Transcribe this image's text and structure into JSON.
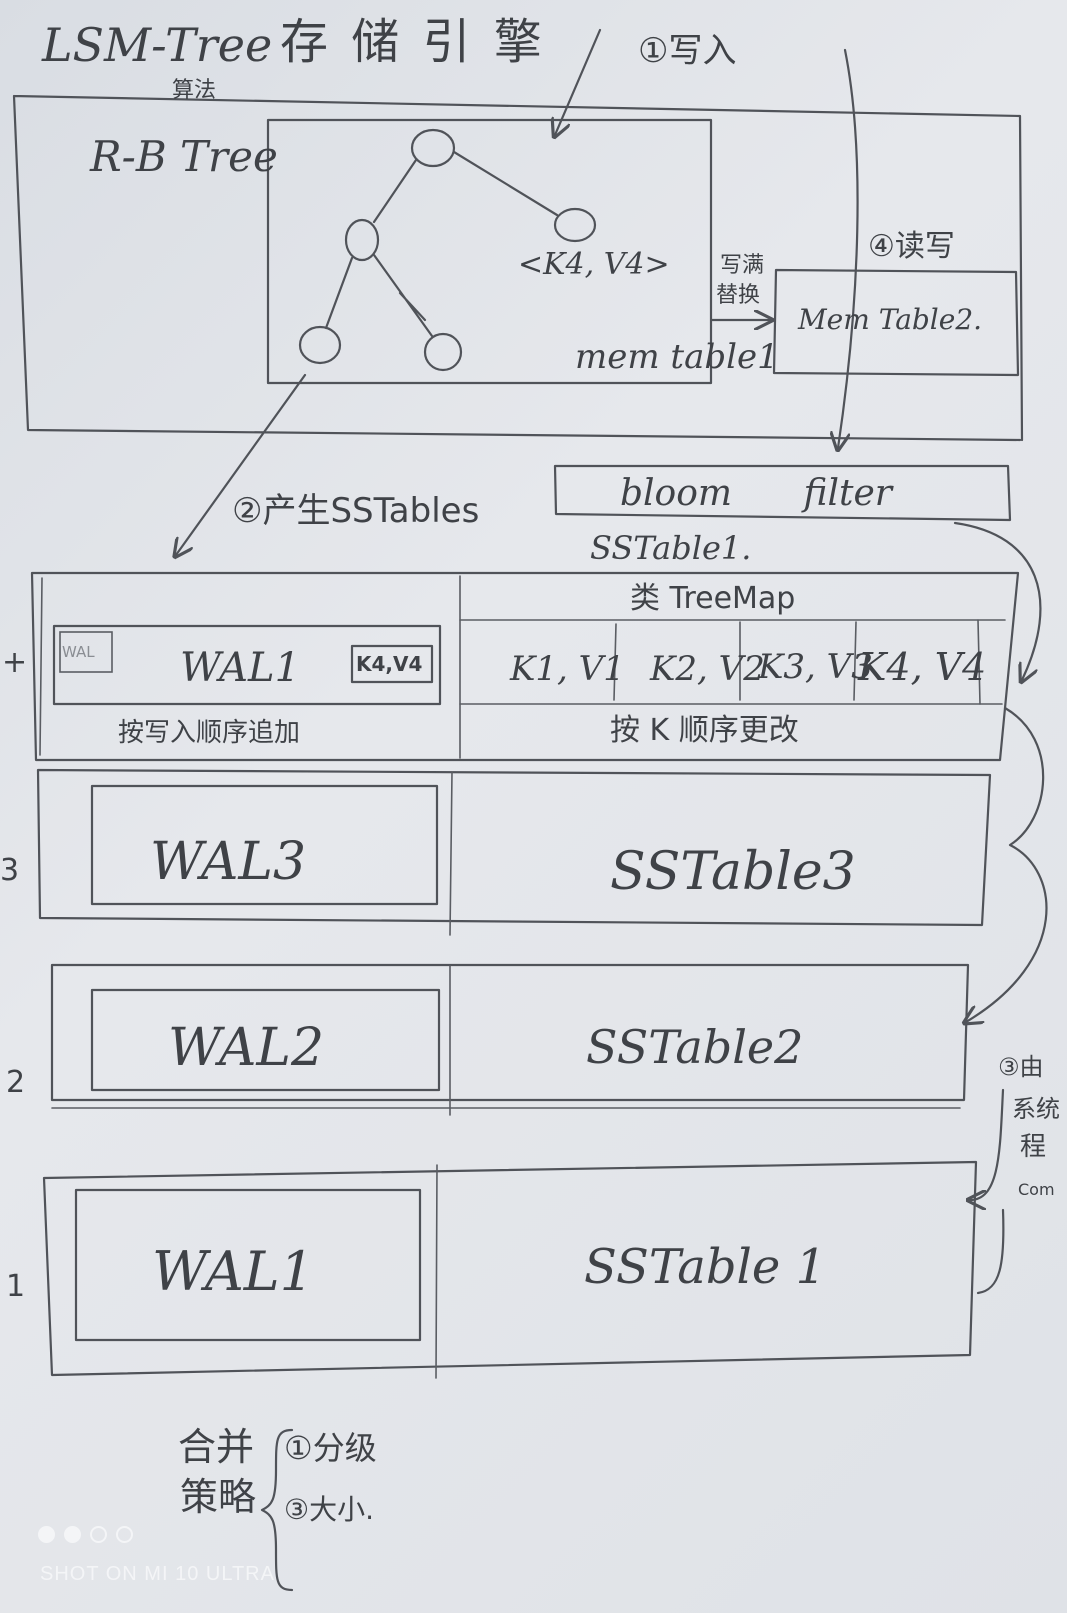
{
  "title": {
    "main": "LSM-Tree",
    "sub": "算法",
    "engine": "存 储 引 擎",
    "step1": "①写入"
  },
  "memtable1": {
    "tree_label": "R-B Tree",
    "node_label": "<K4, V4>",
    "name": "mem table1"
  },
  "swap": {
    "label_line1": "写满",
    "label_line2": "替换"
  },
  "memtable2": {
    "name": "Mem Table2.",
    "step4": "④读写"
  },
  "bloom": {
    "label": "bloom filter",
    "caption": "SSTable1."
  },
  "step2": "②产生SSTables",
  "level4": {
    "left_mark": "+",
    "wal_label": "WAL1",
    "wal_faint": "WAL",
    "wal_entry": "K4,V4",
    "wal_caption": "按写入顺序追加",
    "treemap_label": "类 TreeMap",
    "kv": [
      "K1, V1",
      "K2, V2",
      "K3, V3",
      "K4, V4"
    ],
    "kv_caption": "按 K 顺序更改"
  },
  "level3": {
    "left_mark": "3",
    "wal": "WAL3",
    "sstable": "SSTable3"
  },
  "level2": {
    "left_mark": "2",
    "wal": "WAL2",
    "sstable": "SSTable2"
  },
  "level1": {
    "left_mark": "1",
    "wal": "WAL1",
    "sstable": "SSTable 1"
  },
  "compaction": {
    "step3_line1": "③由",
    "step3_line2": "系统",
    "step3_line3": "程",
    "step3_line4": "Com"
  },
  "merge": {
    "label_line1": "合并",
    "label_line2": "策略",
    "option1": "①分级",
    "option2": "③大小."
  },
  "camera": {
    "watermark": "SHOT ON MI 10 ULTRA"
  }
}
